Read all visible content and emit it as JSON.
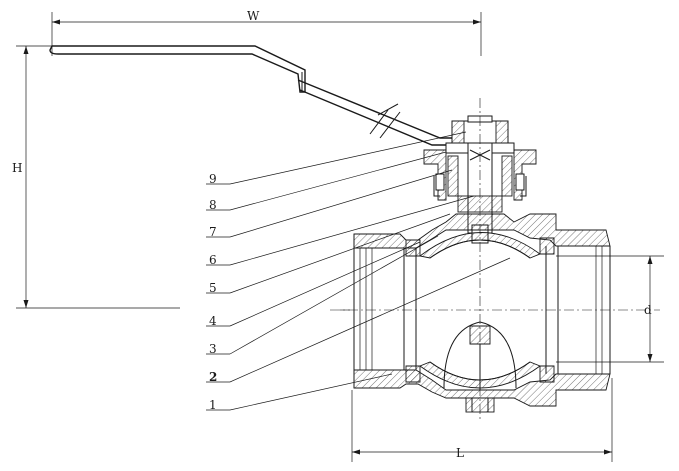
{
  "dimensions": {
    "width": "W",
    "height": "H",
    "length": "L",
    "diameter": "d"
  },
  "part_labels": [
    "9",
    "8",
    "7",
    "6",
    "5",
    "4",
    "3",
    "2",
    "1"
  ],
  "colors": {
    "line": "#1a1a1a",
    "background": "#ffffff"
  }
}
